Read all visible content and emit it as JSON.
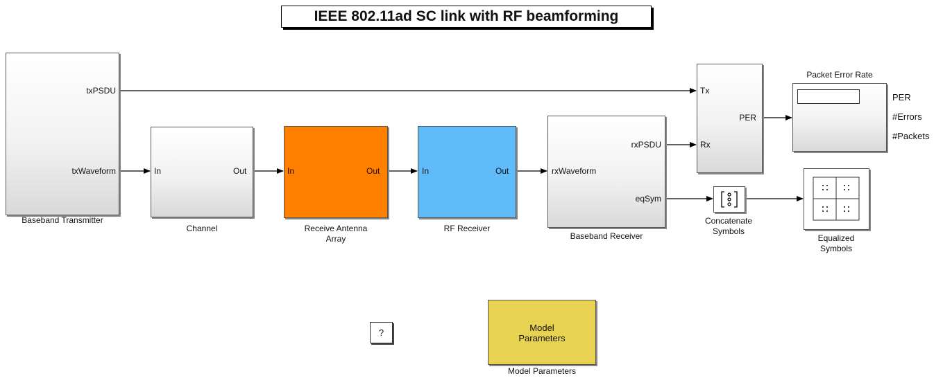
{
  "title": "IEEE 802.11ad SC link with RF beamforming",
  "blocks": {
    "baseband_tx": {
      "caption": "Baseband Transmitter",
      "port_out1": "txPSDU",
      "port_out2": "txWaveform"
    },
    "channel": {
      "caption": "Channel",
      "port_in": "In",
      "port_out": "Out"
    },
    "antenna_array": {
      "caption_line1": "Receive Antenna",
      "caption_line2": "Array",
      "port_in": "In",
      "port_out": "Out",
      "color": "#ff8000"
    },
    "rf_receiver": {
      "caption": "RF Receiver",
      "port_in": "In",
      "port_out": "Out",
      "color": "#62bbf9"
    },
    "baseband_rx": {
      "caption": "Baseband Receiver",
      "port_in": "rxWaveform",
      "port_out1": "rxPSDU",
      "port_out2": "eqSym"
    },
    "per_calc": {
      "port_in1": "Tx",
      "port_in2": "Rx",
      "port_out": "PER"
    },
    "per_display": {
      "caption": "Packet Error Rate",
      "labels": [
        "PER",
        "#Errors",
        "#Packets"
      ]
    },
    "concatenate": {
      "caption_line1": "Concatenate",
      "caption_line2": "Symbols"
    },
    "constellation": {
      "caption_line1": "Equalized",
      "caption_line2": "Symbols"
    },
    "help": {
      "label": "?"
    },
    "model_params": {
      "text_line1": "Model",
      "text_line2": "Parameters",
      "caption": "Model Parameters",
      "color": "#e8d252"
    }
  }
}
